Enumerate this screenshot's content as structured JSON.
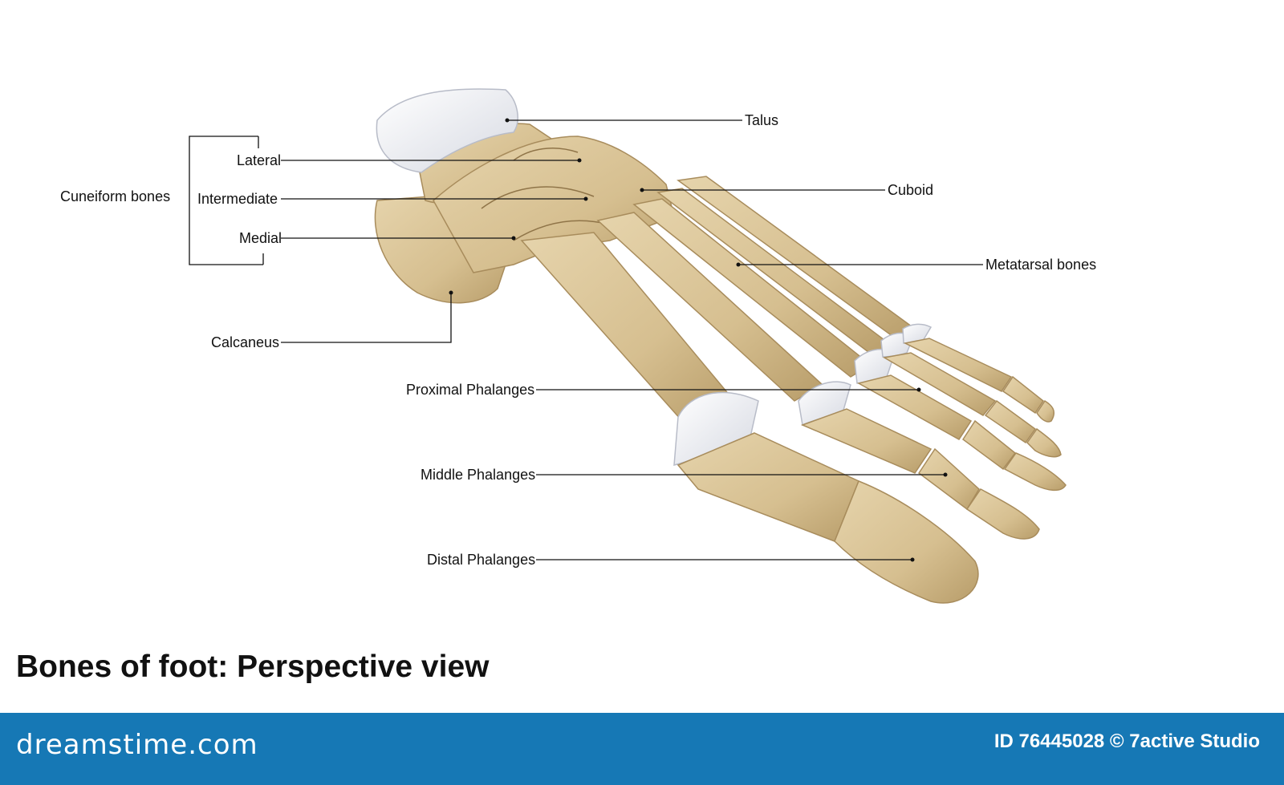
{
  "diagram": {
    "labels": {
      "talus": "Talus",
      "lateral": "Lateral",
      "cuboid": "Cuboid",
      "cuneiform_bones": "Cuneiform bones",
      "intermediate": "Intermediate",
      "medial": "Medial",
      "metatarsal_bones": "Metatarsal bones",
      "calcaneus": "Calcaneus",
      "proximal_phalanges": "Proximal Phalanges",
      "middle_phalanges": "Middle Phalanges",
      "distal_phalanges": "Distal Phalanges"
    },
    "title": "Bones of foot: Perspective view"
  },
  "footer": {
    "brand": "dreamstime.com",
    "credit": "ID 76445028 © 7active Studio"
  },
  "colors": {
    "bone": "#d9c49a",
    "bone_shadow": "#b59c6c",
    "cartilage": "#eef0f4",
    "leader_line": "#111111",
    "footer_bg": "#1678b5"
  }
}
